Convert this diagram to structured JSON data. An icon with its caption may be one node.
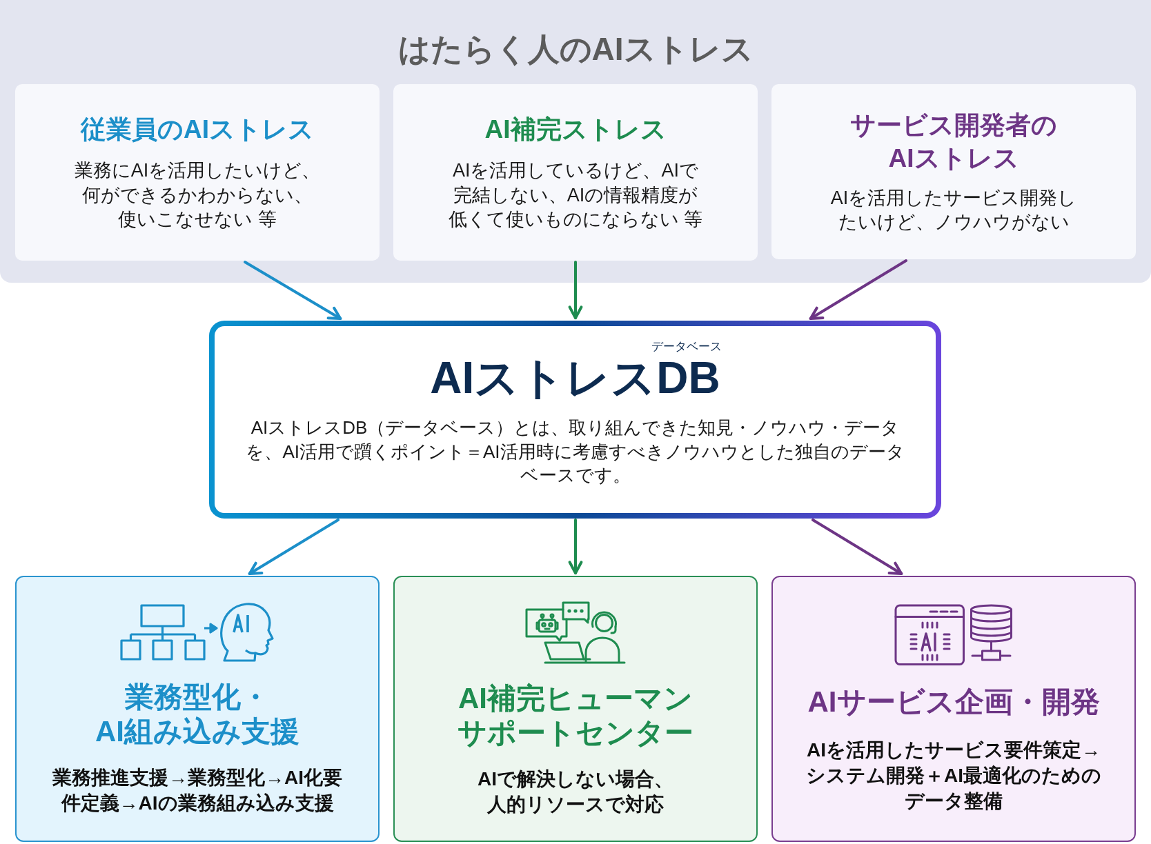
{
  "diagram": {
    "nodes": [
      {
        "text": [
          "はたらく人のAIストレス"
        ]
      },
      {
        "text": [
          "従業員のAIストレス",
          "業務にAIを活用したいけど、何ができるかわからない、使いこなせない 等"
        ],
        "in": 0
      },
      {
        "text": [
          "AI補完ストレス",
          "AIを活用しているけど、AIで完結しない、AIの情報精度が低くて使いものにならない 等"
        ],
        "in": 0
      },
      {
        "text": [
          "サービス開発者のAIストレス",
          "AIを活用したサービス開発したいけど、ノウハウがない"
        ],
        "in": 0
      },
      {
        "text": [
          "データベース",
          "AIストレスDB",
          "AIストレスDB（データベース）とは、取り組んできた知見・ノウハウ・データを、AI活用で躓くポイント＝AI活用時に考慮すべきノウハウとした独自のデータベースです。"
        ]
      },
      {
        "text": [
          "業務型化・AI組み込み支援",
          "業務推進支援→業務型化→AI化要件定義→AIの業務組み込み支援"
        ]
      },
      {
        "text": [
          "AI補完ヒューマンサポートセンター",
          "AIで解決しない場合、人的リソースで対応"
        ]
      },
      {
        "text": [
          "AIサービス企画・開発",
          "AIを活用したサービス要件策定→システム開発＋AI最適化のためのデータ整備"
        ]
      }
    ],
    "edges": [
      {
        "from": 1,
        "to": 4,
        "arrow": "to",
        "color": "#1c8fc9"
      },
      {
        "from": 2,
        "to": 4,
        "arrow": "to",
        "color": "#1e8c4f"
      },
      {
        "from": 3,
        "to": 4,
        "arrow": "to",
        "color": "#6d3585"
      },
      {
        "from": 4,
        "to": 5,
        "arrow": "to",
        "color": "#1c8fc9"
      },
      {
        "from": 4,
        "to": 6,
        "arrow": "to",
        "color": "#1e8c4f"
      },
      {
        "from": 4,
        "to": 7,
        "arrow": "to",
        "color": "#6d3585"
      }
    ]
  }
}
